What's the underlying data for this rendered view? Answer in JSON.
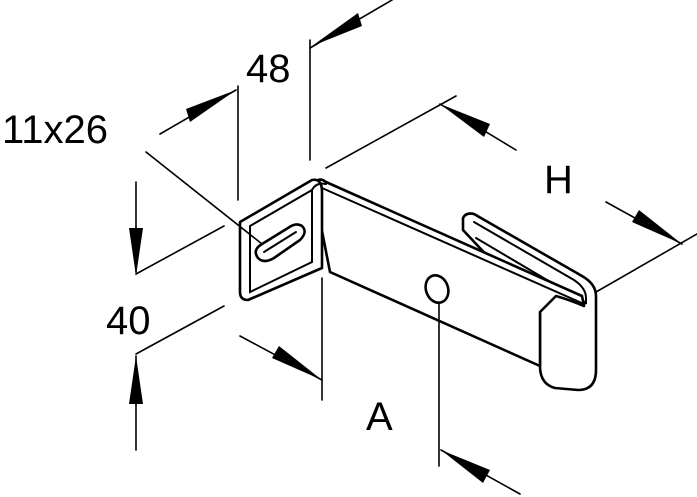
{
  "drawing": {
    "dimensions": {
      "slot": "11x26",
      "width": "48",
      "height_left": "40",
      "height_right": "H",
      "offset": "A"
    },
    "colors": {
      "line": "#000000",
      "background": "#ffffff"
    }
  }
}
